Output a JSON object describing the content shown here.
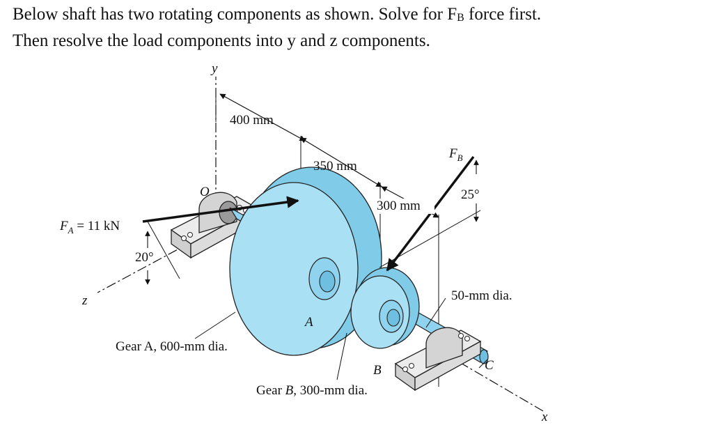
{
  "problem": {
    "line1_pre": "Below shaft has two rotating components as shown. Solve for F",
    "line1_sub": "B",
    "line1_post": " force first.",
    "line2": "Then resolve the load components into y and z components."
  },
  "diagram": {
    "axis_y": "y",
    "axis_z": "z",
    "axis_x": "x",
    "origin": "O",
    "dim_400": "400 mm",
    "dim_350": "350 mm",
    "dim_300": "300 mm",
    "force_a_F": "F",
    "force_a_sub": "A",
    "force_a_val": " = 11 kN",
    "force_b_F": "F",
    "force_b_sub": "B",
    "angle_a": "20°",
    "angle_b": "25°",
    "shaft_dia": "50-mm dia.",
    "gear_a_caption": "Gear A, 600-mm dia.",
    "gear_b_caption_pre": "Gear ",
    "gear_b_caption_b": "B",
    "gear_b_caption_post": ", 300-mm dia.",
    "point_a": "A",
    "point_b": "B",
    "point_c": "C"
  },
  "colors": {
    "gear_face": "#a9e0f3",
    "gear_rim": "#7fcbe8",
    "shaft": "#8fd3ee",
    "bearing": "#d9d9d9",
    "ink": "#111111"
  }
}
